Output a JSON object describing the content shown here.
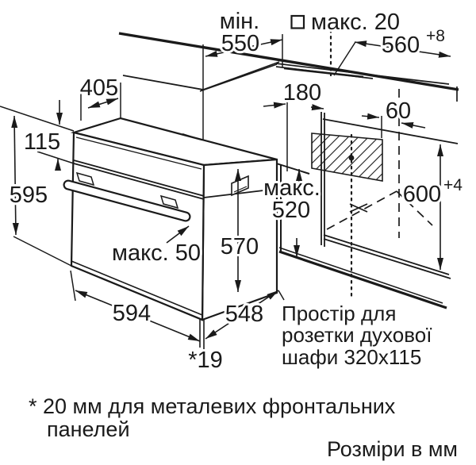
{
  "diagram": {
    "unit_note": "Розміри в мм",
    "footnote": {
      "line1": "* 20 мм для металевих фронтальних",
      "line2": "панелей"
    },
    "outlet_note": {
      "line1": "Простір для",
      "line2": "розетки духової",
      "line3": "шафи 320x115"
    },
    "dims": {
      "min_label": "мін.",
      "min_depth": "550",
      "max_top": "макс. 20",
      "niche_width": "560",
      "niche_width_tol": "+8",
      "top_depth": "405",
      "panel_height": "115",
      "oven_height": "595",
      "outlet_offset": "180",
      "outlet_side": "60",
      "niche_height": "600",
      "niche_height_tol": "+4",
      "max_label": "макс.",
      "max_depth": "520",
      "door_height": "570",
      "handle_max": "макс. 50",
      "oven_width": "594",
      "oven_depth": "548",
      "gap": "*19"
    },
    "icons": {
      "square_symbol": "square-outline"
    },
    "colors": {
      "line": "#1a1a1a",
      "background": "#ffffff"
    }
  }
}
